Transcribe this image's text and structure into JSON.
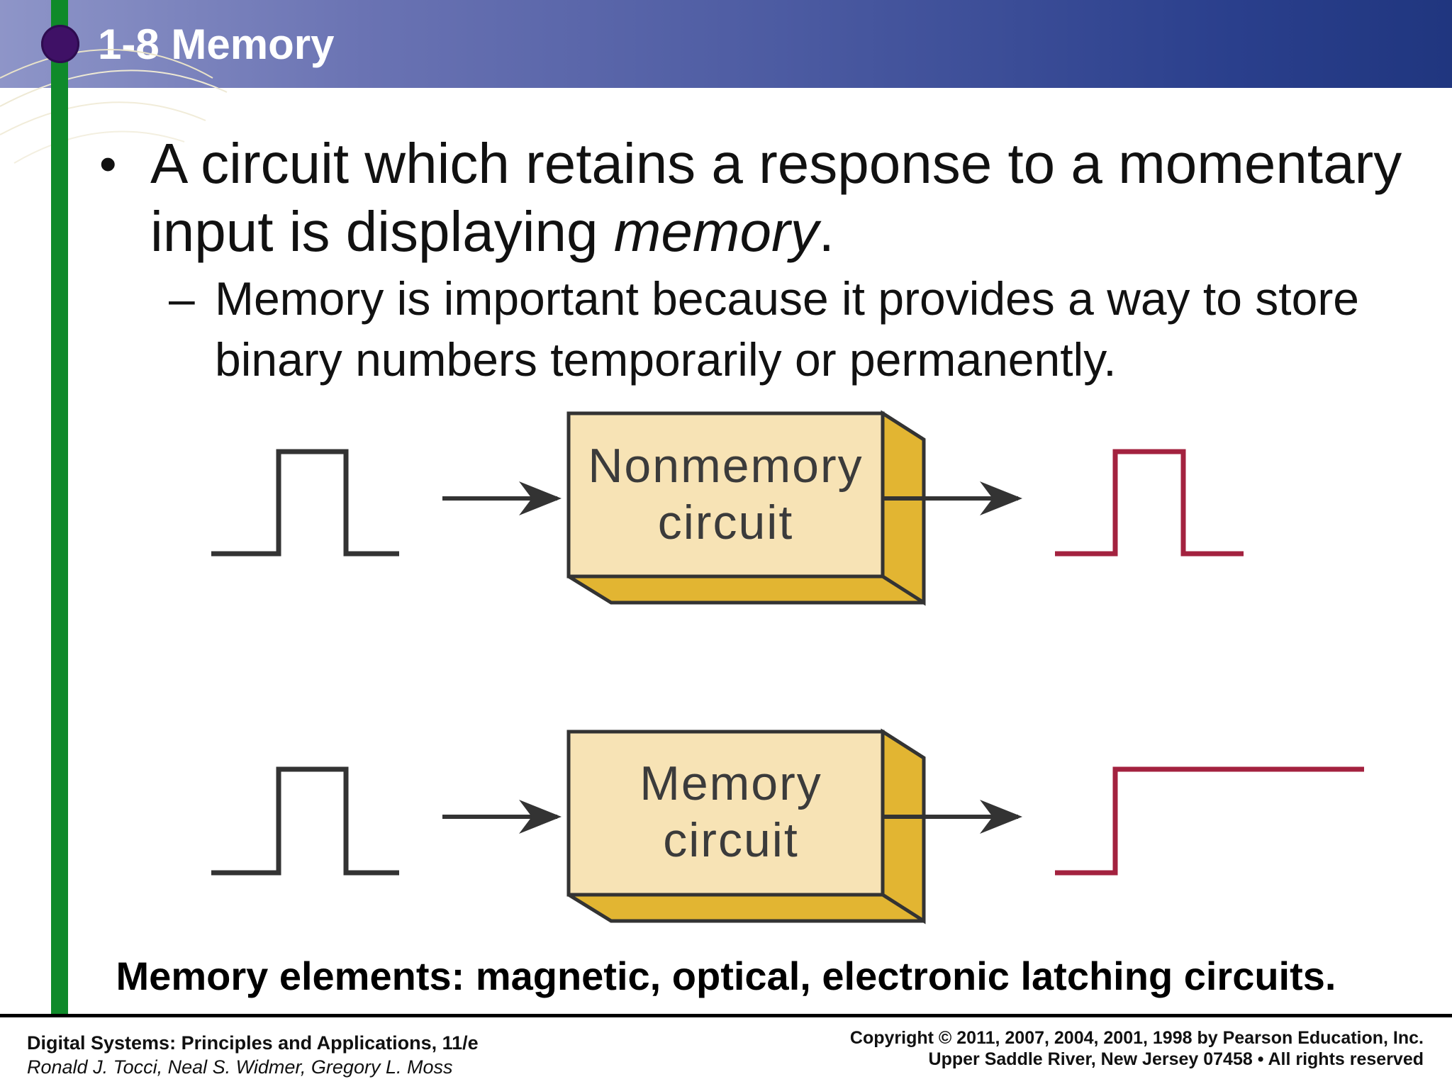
{
  "slide": {
    "title": "1-8 Memory",
    "bullet": {
      "marker": "•",
      "text_before": "A circuit which retains a response to a momentary input is displaying ",
      "text_emph": "memory",
      "text_after": "."
    },
    "sub_bullet": {
      "marker": "–",
      "text": "Memory is important because it provides a way to store binary numbers temporarily or permanently."
    },
    "diagram": {
      "top_box": {
        "line1": "Nonmemory",
        "line2": "circuit"
      },
      "bottom_box": {
        "line1": "Memory",
        "line2": "circuit"
      }
    },
    "caption": "Memory elements: magnetic, optical, electronic latching circuits.",
    "footer": {
      "book": "Digital Systems: Principles and Applications, 11/e",
      "authors": "Ronald J. Tocci, Neal S. Widmer, Gregory L. Moss",
      "copyright": "Copyright © 2011, 2007, 2004, 2001, 1998  by Pearson Education, Inc.",
      "address": "Upper Saddle River, New Jersey 07458 • All rights reserved"
    }
  },
  "colors": {
    "accent_green": "#0f8a2a",
    "dot_purple": "#3f1166",
    "box_face": "#f7e3b5",
    "box_side": "#e2b532",
    "output_pulse": "#a3223f",
    "input_pulse": "#333333"
  }
}
